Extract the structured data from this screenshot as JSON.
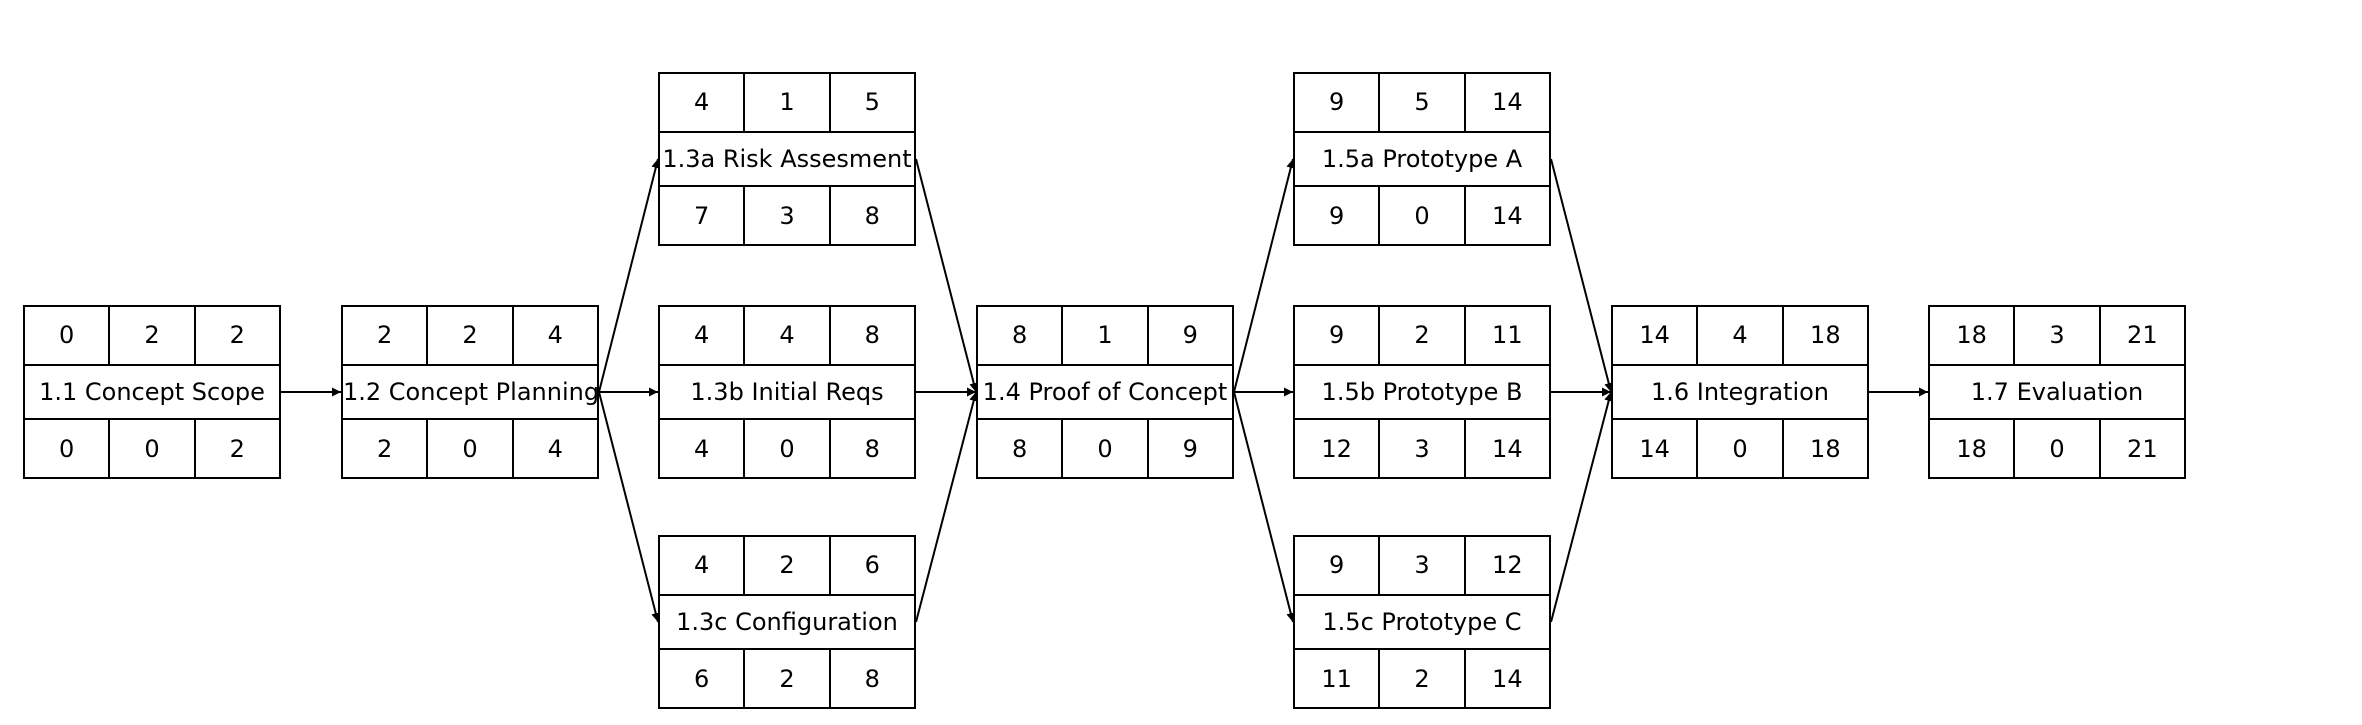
{
  "nodes": [
    {
      "id": "1.1",
      "label": "1.1 Concept Scope",
      "top": [
        "0",
        "2",
        "2"
      ],
      "bottom": [
        "0",
        "0",
        "2"
      ]
    },
    {
      "id": "1.2",
      "label": "1.2 Concept Planning",
      "top": [
        "2",
        "2",
        "4"
      ],
      "bottom": [
        "2",
        "0",
        "4"
      ]
    },
    {
      "id": "1.3a",
      "label": "1.3a Risk Assesment",
      "top": [
        "4",
        "1",
        "5"
      ],
      "bottom": [
        "7",
        "3",
        "8"
      ]
    },
    {
      "id": "1.3b",
      "label": "1.3b Initial Reqs",
      "top": [
        "4",
        "4",
        "8"
      ],
      "bottom": [
        "4",
        "0",
        "8"
      ]
    },
    {
      "id": "1.3c",
      "label": "1.3c Configuration",
      "top": [
        "4",
        "2",
        "6"
      ],
      "bottom": [
        "6",
        "2",
        "8"
      ]
    },
    {
      "id": "1.4",
      "label": "1.4 Proof of Concept",
      "top": [
        "8",
        "1",
        "9"
      ],
      "bottom": [
        "8",
        "0",
        "9"
      ]
    },
    {
      "id": "1.5a",
      "label": "1.5a Prototype A",
      "top": [
        "9",
        "5",
        "14"
      ],
      "bottom": [
        "9",
        "0",
        "14"
      ]
    },
    {
      "id": "1.5b",
      "label": "1.5b Prototype B",
      "top": [
        "9",
        "2",
        "11"
      ],
      "bottom": [
        "12",
        "3",
        "14"
      ]
    },
    {
      "id": "1.5c",
      "label": "1.5c Prototype C",
      "top": [
        "9",
        "3",
        "12"
      ],
      "bottom": [
        "11",
        "2",
        "14"
      ]
    },
    {
      "id": "1.6",
      "label": "1.6 Integration",
      "top": [
        "14",
        "4",
        "18"
      ],
      "bottom": [
        "14",
        "0",
        "18"
      ]
    },
    {
      "id": "1.7",
      "label": "1.7 Evaluation",
      "top": [
        "18",
        "3",
        "21"
      ],
      "bottom": [
        "18",
        "0",
        "21"
      ]
    }
  ],
  "edges": [
    [
      "1.1",
      "1.2"
    ],
    [
      "1.2",
      "1.3a"
    ],
    [
      "1.2",
      "1.3b"
    ],
    [
      "1.2",
      "1.3c"
    ],
    [
      "1.3a",
      "1.4"
    ],
    [
      "1.3b",
      "1.4"
    ],
    [
      "1.3c",
      "1.4"
    ],
    [
      "1.4",
      "1.5a"
    ],
    [
      "1.4",
      "1.5b"
    ],
    [
      "1.4",
      "1.5c"
    ],
    [
      "1.5a",
      "1.6"
    ],
    [
      "1.5b",
      "1.6"
    ],
    [
      "1.5c",
      "1.6"
    ],
    [
      "1.6",
      "1.7"
    ]
  ],
  "colors": {
    "line": "#000000",
    "fill": "#ffffff"
  }
}
